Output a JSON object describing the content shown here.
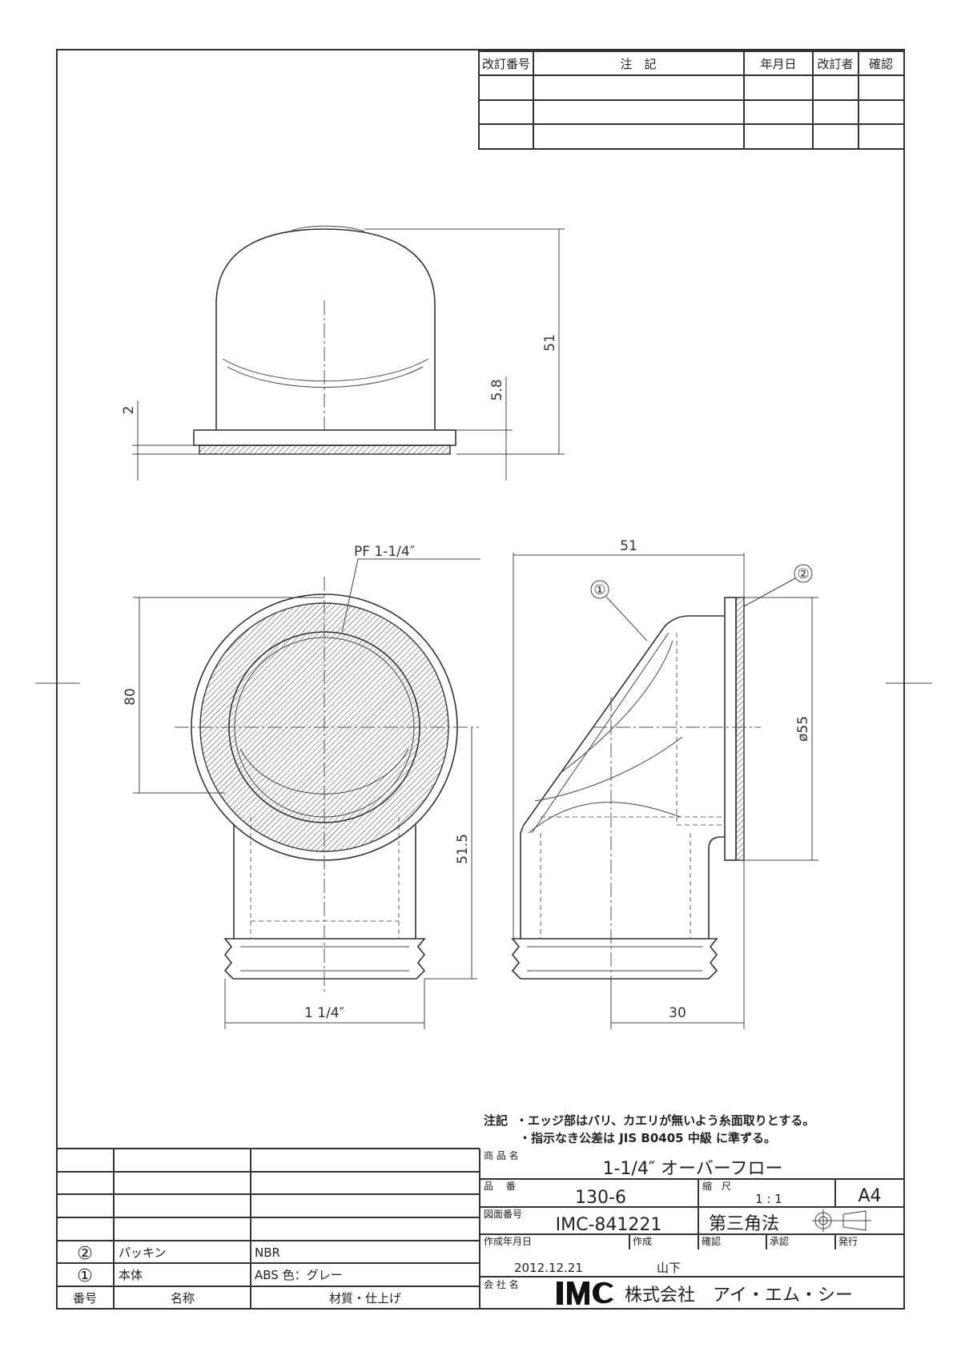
{
  "revision_table": {
    "headers": [
      "改訂番号",
      "注　記",
      "年月日",
      "改訂者",
      "確認"
    ]
  },
  "dimensions": {
    "top_height": "51",
    "top_flange": "5.8",
    "top_gasket": "2",
    "front_height": "80",
    "front_center": "51.5",
    "front_thread": "1 1/4″",
    "pf_label": "PF 1-1/4″",
    "side_depth": "51",
    "side_pipe": "30",
    "side_dia": "ø55"
  },
  "balloons": {
    "body": "①",
    "gasket": "②"
  },
  "notes": {
    "label": "注記",
    "line1": "・エッジ部はバリ、カエリが無いよう糸面取りとする。",
    "line2": "・指示なき公差は JIS B0405 中級 に準ずる。"
  },
  "parts_table": {
    "rows": [
      {
        "no": "②",
        "name": "パッキン",
        "material": "NBR"
      },
      {
        "no": "①",
        "name": "本体",
        "material": "ABS 色：グレー"
      }
    ],
    "headers": {
      "no": "番号",
      "name": "名称",
      "material": "材質・仕上げ"
    }
  },
  "title_block": {
    "product_name_label": "商 品 名",
    "product_name": "1-1/4″ オーバーフロー",
    "part_no_label": "品　 番",
    "part_no": "130-6",
    "scale_label": "縮　尺",
    "scale": "1 : 1",
    "paper": "A4",
    "drawing_no_label": "図面番号",
    "drawing_no": "IMC-841221",
    "projection": "第三角法",
    "date_label": "作成年月日",
    "author_label": "作成",
    "check_label": "確認",
    "approve_label": "承認",
    "issue_label": "発行",
    "date": "2012.12.21",
    "author": "山下",
    "company_label": "会 社 名",
    "company_logo": "IMC",
    "company": "株式会社　アイ・エム・シー"
  }
}
